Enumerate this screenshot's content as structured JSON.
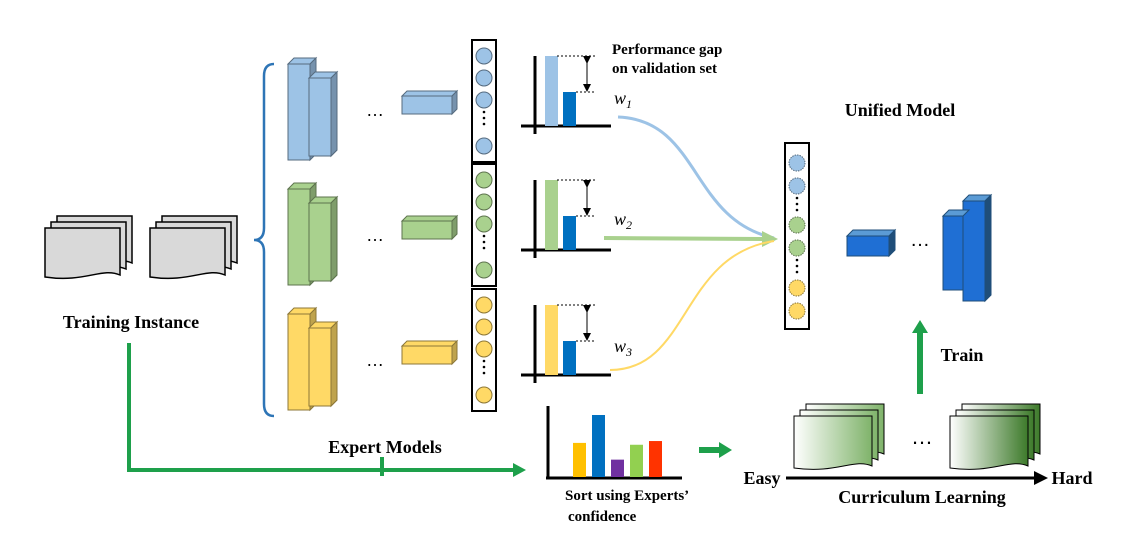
{
  "labels": {
    "training_instance": "Training Instance",
    "expert_models": "Expert Models",
    "performance_gap_1": "Performance gap",
    "performance_gap_2": "on validation set",
    "unified_model": "Unified Model",
    "train": "Train",
    "easy": "Easy",
    "hard": "Hard",
    "curriculum_learning": "Curriculum Learning",
    "sort_1": "Sort using Experts’",
    "sort_2": "confidence",
    "ellipsis": "…"
  },
  "weights": [
    {
      "symbol": "w",
      "sub": "1"
    },
    {
      "symbol": "w",
      "sub": "2"
    },
    {
      "symbol": "w",
      "sub": "3"
    }
  ],
  "colors": {
    "blue_light": "#9DC3E6",
    "blue_dark": "#0070C0",
    "green_light": "#A9D18E",
    "yellow_light": "#FFD966",
    "unified_blue": "#1F6FD4",
    "arrow_green": "#1EA04B",
    "doc_gray": "#D9D9D9",
    "doc_green_dark": "#3D7A2A"
  },
  "sort_bars": [
    {
      "value": 0.55,
      "color": "#FFC000"
    },
    {
      "value": 1.0,
      "color": "#0070C0"
    },
    {
      "value": 0.28,
      "color": "#7030A0"
    },
    {
      "value": 0.52,
      "color": "#92D050"
    },
    {
      "value": 0.58,
      "color": "#FF3300"
    }
  ]
}
